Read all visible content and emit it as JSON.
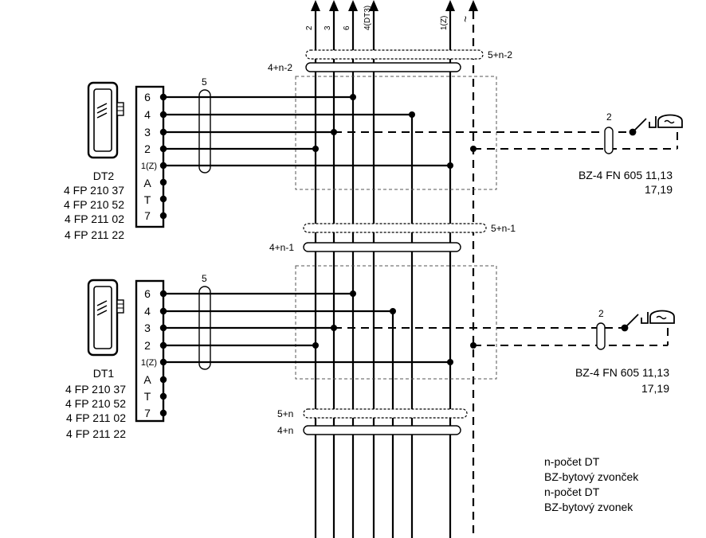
{
  "top_bus": {
    "labels": [
      "2",
      "3",
      "6",
      "4(DT3)",
      "1(Z)"
    ],
    "ac_symbol": "~"
  },
  "cables": {
    "top_5": "5+n-2",
    "top_4": "4+n-2",
    "mid_5": "5+n-1",
    "mid_4": "4+n-1",
    "bot_5": "5+n",
    "bot_4": "4+n",
    "bundle_label": "5",
    "bell_cable_label": "2"
  },
  "upper_unit": {
    "name": "DT2",
    "part_numbers": [
      "4 FP 210 37",
      "4 FP 210 52",
      "4 FP 211 02",
      "4 FP 211 22"
    ],
    "terminals": [
      "6",
      "4",
      "3",
      "2",
      "1(Z)",
      "A",
      "T",
      "7"
    ],
    "bell_type": "BZ-4 FN 605 11,13",
    "bell_type_2": "17,19"
  },
  "lower_unit": {
    "name": "DT1",
    "part_numbers": [
      "4 FP 210 37",
      "4 FP 210 52",
      "4 FP 211 02",
      "4 FP 211 22"
    ],
    "terminals": [
      "6",
      "4",
      "3",
      "2",
      "1(Z)",
      "A",
      "T",
      "7"
    ],
    "bell_type": "BZ-4 FN 605 11,13",
    "bell_type_2": "17,19"
  },
  "legend": [
    "n-počet DT",
    "BZ-bytový zvonček",
    "n-počet DT",
    "BZ-bytový zvonek"
  ],
  "colors": {
    "ink": "#000000",
    "dashed_box": "#555555",
    "background": "#ffffff"
  }
}
